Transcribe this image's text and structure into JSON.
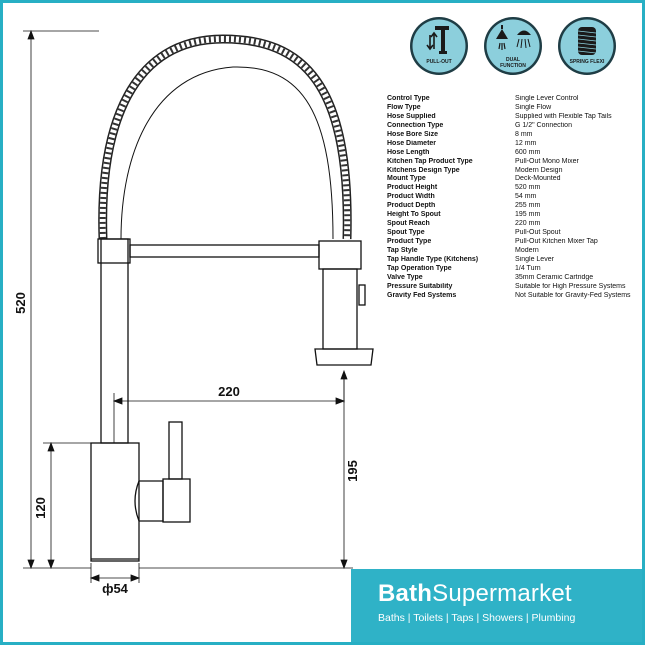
{
  "icons": [
    {
      "name": "pull-out-icon",
      "label": "PULL-OUT"
    },
    {
      "name": "dual-function-icon",
      "label": "DUAL FUNCTION"
    },
    {
      "name": "spring-flexi-icon",
      "label": "SPRING FLEXI"
    }
  ],
  "dimensions": {
    "height": "520",
    "base_to_lever": "120",
    "spout_reach": "220",
    "spout_height": "195",
    "base_diameter": "ф54"
  },
  "specs": [
    {
      "key": "Control Type",
      "value": "Single Lever Control"
    },
    {
      "key": "Flow Type",
      "value": "Single Flow"
    },
    {
      "key": "Hose Supplied",
      "value": "Supplied with Flexible Tap Tails"
    },
    {
      "key": "Connection Type",
      "value": "G 1/2\" Connection"
    },
    {
      "key": "Hose Bore Size",
      "value": "8 mm"
    },
    {
      "key": "Hose Diameter",
      "value": "12 mm"
    },
    {
      "key": "Hose Length",
      "value": "600 mm"
    },
    {
      "key": "Kitchen Tap Product Type",
      "value": "Pull-Out Mono Mixer"
    },
    {
      "key": "Kitchens Design Type",
      "value": "Modern Design"
    },
    {
      "key": "Mount Type",
      "value": "Deck-Mounted"
    },
    {
      "key": "Product Height",
      "value": "520 mm"
    },
    {
      "key": "Product Width",
      "value": "54 mm"
    },
    {
      "key": "Product Depth",
      "value": "255 mm"
    },
    {
      "key": "Height To Spout",
      "value": "195 mm"
    },
    {
      "key": "Spout Reach",
      "value": "220 mm"
    },
    {
      "key": "Spout Type",
      "value": "Pull-Out Spout"
    },
    {
      "key": "Product Type",
      "value": "Pull-Out Kitchen Mixer Tap"
    },
    {
      "key": "Tap Style",
      "value": "Modern"
    },
    {
      "key": "Tap Handle Type (Kitchens)",
      "value": "Single Lever"
    },
    {
      "key": "Tap Operation Type",
      "value": "1/4 Turn"
    },
    {
      "key": "Valve Type",
      "value": "35mm Ceramic Cartridge"
    },
    {
      "key": "Pressure Suitability",
      "value": "Suitable for High Pressure Systems"
    },
    {
      "key": "Gravity Fed Systems",
      "value": "Not Suitable for Gravity-Fed Systems"
    }
  ],
  "brand": {
    "name_bold": "Bath",
    "name_regular": "Supermarket",
    "tagline": "Baths | Toilets | Taps | Showers | Plumbing"
  },
  "colors": {
    "accent": "#2fb2c7",
    "icon_fill": "#8ccfdc"
  }
}
